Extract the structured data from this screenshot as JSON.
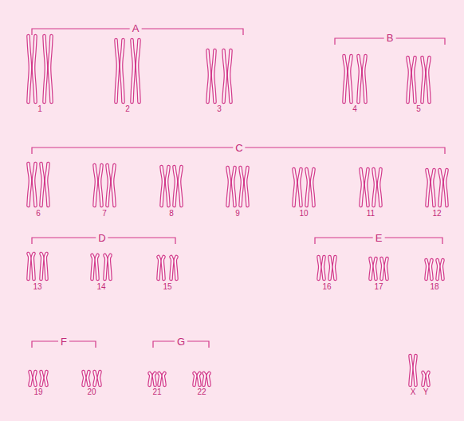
{
  "diagram": {
    "labels": [
      "A",
      "1",
      "2",
      "3",
      "B",
      "4",
      "5",
      "C",
      "6",
      "7",
      "8",
      "9",
      "10",
      "11",
      "12",
      "D",
      "13",
      "14",
      "15",
      "E",
      "16",
      "17",
      "18",
      "F",
      "19",
      "20",
      "G",
      "21",
      "22",
      "X",
      "Y"
    ]
  }
}
